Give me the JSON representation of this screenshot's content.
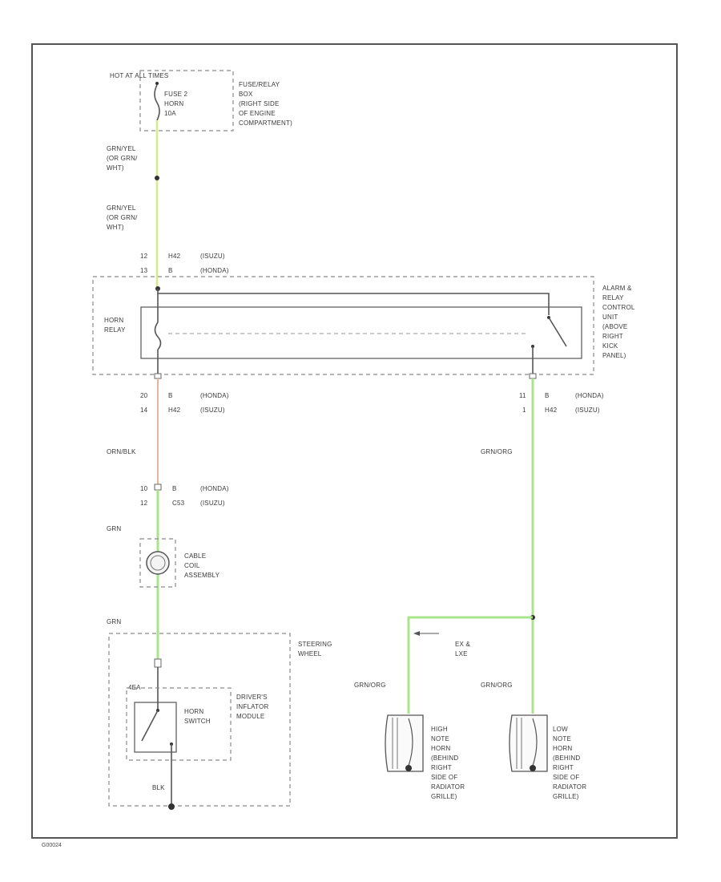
{
  "fuse_block": {
    "hot_label": "HOT AT ALL TIMES",
    "fuse_lines": [
      "FUSE 2",
      "HORN",
      "10A"
    ],
    "location_lines": [
      "FUSE/RELAY",
      "BOX",
      "(RIGHT SIDE",
      "OF ENGINE",
      "COMPARTMENT)"
    ]
  },
  "wire_labels": {
    "top_1": [
      "GRN/YEL",
      "(OR GRN/",
      "WHT)"
    ],
    "top_2": [
      "GRN/YEL",
      "(OR GRN/",
      "WHT)"
    ],
    "orn_blk": "ORN/BLK",
    "grn_org": "GRN/ORG",
    "grn_1": "GRN",
    "grn_2": "GRN",
    "blk": "BLK",
    "grn_org_high": "GRN/ORG",
    "grn_org_low": "GRN/ORG"
  },
  "connectors": {
    "relay_top": [
      {
        "pin": "12",
        "ref": "H42",
        "note": "(ISUZU)"
      },
      {
        "pin": "13",
        "ref": "B",
        "note": "(HONDA)"
      }
    ],
    "relay_bottom_left": [
      {
        "pin": "20",
        "ref": "B",
        "note": "(HONDA)"
      },
      {
        "pin": "14",
        "ref": "H42",
        "note": "(ISUZU)"
      }
    ],
    "relay_bottom_right": [
      {
        "pin": "11",
        "ref": "B",
        "note": "(HONDA)"
      },
      {
        "pin": "1",
        "ref": "H42",
        "note": "(ISUZU)"
      }
    ],
    "cable_reel": [
      {
        "pin": "10",
        "ref": "B",
        "note": "(HONDA)"
      },
      {
        "pin": "12",
        "ref": "C53",
        "note": "(ISUZU)"
      }
    ]
  },
  "relay": {
    "name_lines": [
      "HORN",
      "RELAY"
    ],
    "unit_lines": [
      "ALARM &",
      "RELAY",
      "CONTROL",
      "UNIT",
      "(ABOVE",
      "RIGHT",
      "KICK",
      "PANEL)"
    ]
  },
  "cable_reel": {
    "label_lines": [
      "CABLE",
      "COIL",
      "ASSEMBLY"
    ]
  },
  "steering": {
    "wheel_lines": [
      "STEERING",
      "WHEEL"
    ],
    "module_lines": [
      "DRIVER'S",
      "INFLATOR",
      "MODULE"
    ],
    "horn_switch_lines": [
      "HORN",
      "SWITCH"
    ],
    "pin_label": "4EA"
  },
  "horns": {
    "ground_note": [
      "EX &",
      "LXE"
    ],
    "high_lines": [
      "HIGH",
      "NOTE",
      "HORN",
      "(BEHIND",
      "RIGHT",
      "SIDE OF",
      "RADIATOR",
      "GRILLE)"
    ],
    "low_lines": [
      "LOW",
      "NOTE",
      "HORN",
      "(BEHIND",
      "RIGHT",
      "SIDE OF",
      "RADIATOR",
      "GRILLE)"
    ]
  },
  "footer": {
    "code": "G00024"
  },
  "colors": {
    "green_wire": "#a8e58a",
    "yellow_green_wire": "#d2ec8a",
    "orange_wire": "#e9b49c",
    "frame": "#555555"
  }
}
